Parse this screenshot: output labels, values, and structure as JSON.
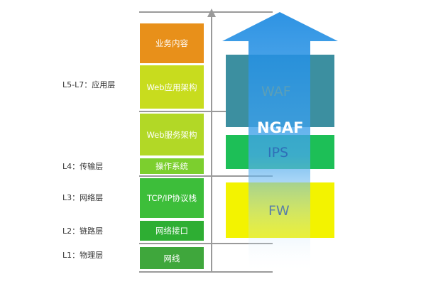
{
  "layer_labels": {
    "application": "L5-L7：应用层",
    "transport": "L4：传输层",
    "network": "L3：网络层",
    "datalink": "L2：链路层",
    "physical": "L1：物理层"
  },
  "stack_blocks": {
    "business": "业务内容",
    "web_app": "Web应用架构",
    "web_service": "Web服务架构",
    "os": "操作系统",
    "tcpip": "TCP/IP协议栈",
    "net_interface": "网络接口",
    "cable": "网线"
  },
  "protection": {
    "arrow_label": "NGAF",
    "waf": "WAF",
    "ips": "IPS",
    "fw": "FW"
  },
  "colors": {
    "business": "#E8901A",
    "web_app": "#C8DC1E",
    "web_service": "#B2D826",
    "os": "#7CCF2E",
    "tcpip": "#3DBE3A",
    "net_interface": "#2EAE33",
    "cable": "#3FA73C",
    "waf": "#3C8FA0",
    "ips": "#1DBF57",
    "fw": "#F3F300",
    "arrow": "#1787E0"
  }
}
